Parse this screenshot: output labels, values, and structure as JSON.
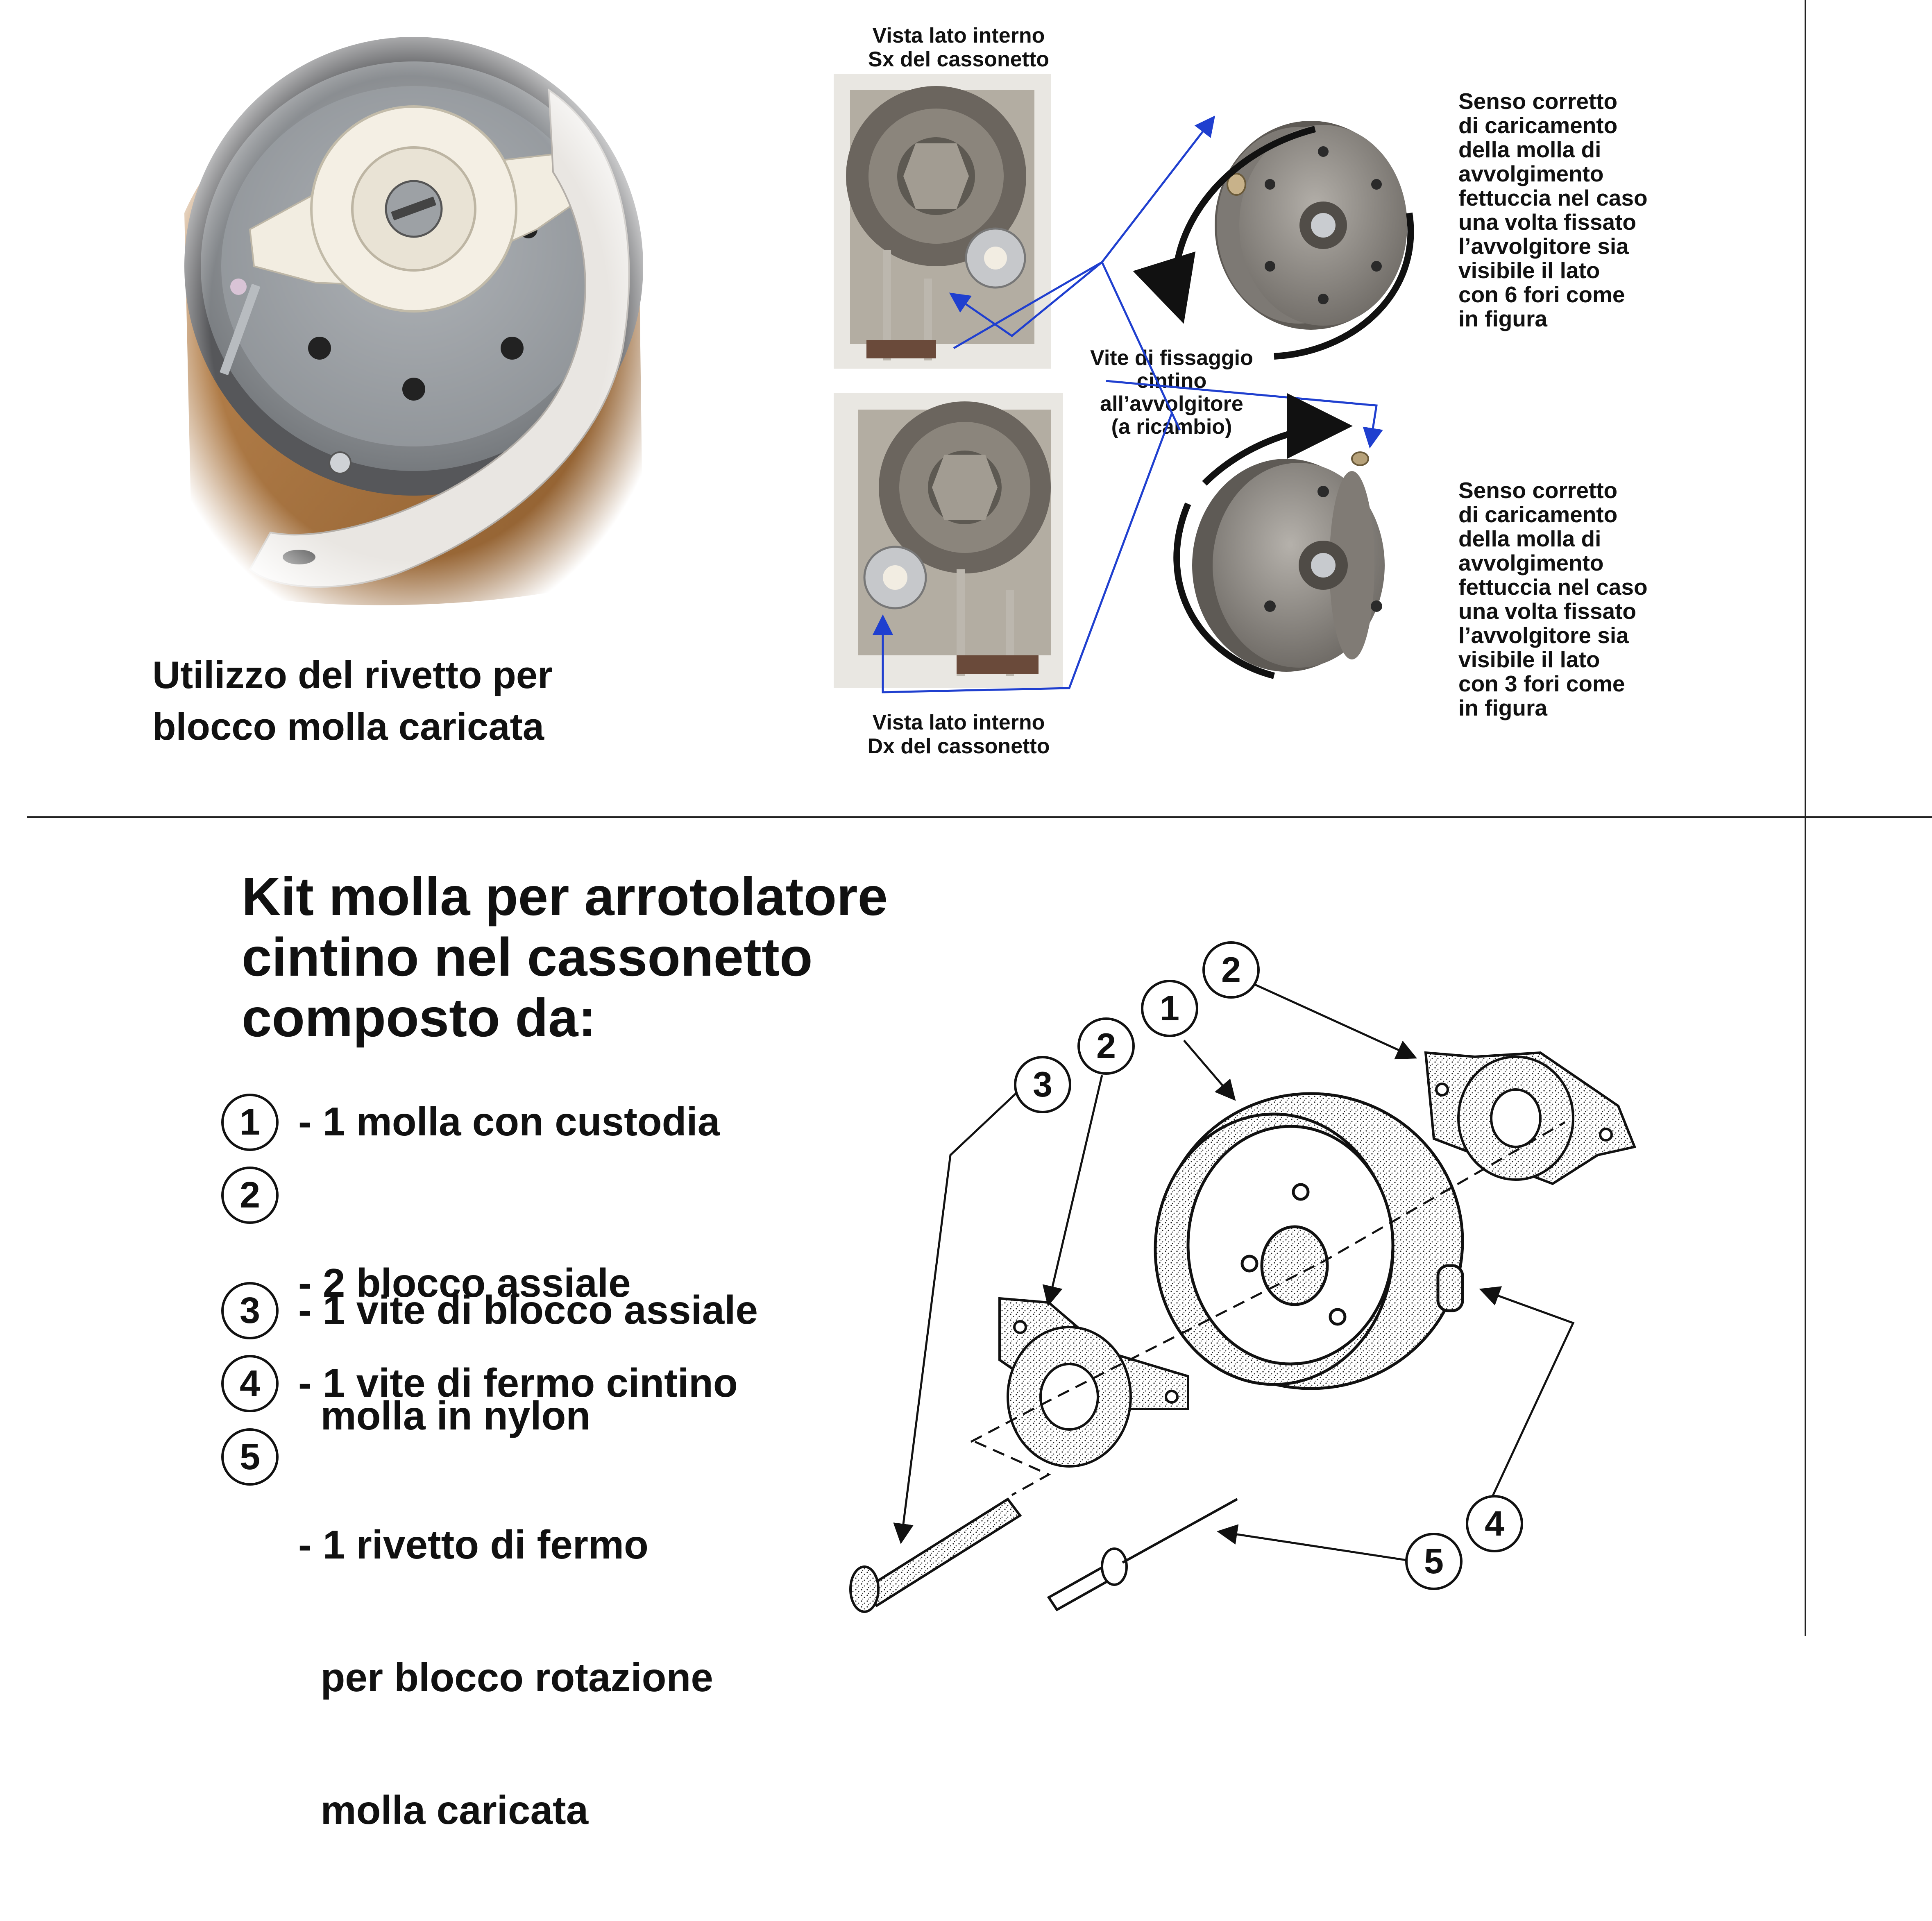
{
  "top_left": {
    "caption": [
      "Utilizzo del rivetto per",
      "blocco molla caricata"
    ]
  },
  "views": {
    "left_label": [
      "Vista lato interno",
      "Sx del cassonetto"
    ],
    "right_label": [
      "Vista lato interno",
      "Dx del cassonetto"
    ]
  },
  "screw_label": [
    "Vite di fissaggio",
    "cintino",
    "all’avvolgitore",
    "(a ricambio)"
  ],
  "notes": {
    "six_holes": [
      "Senso corretto",
      "di caricamento",
      "della molla di",
      "avvolgimento",
      "fettuccia nel caso",
      "una volta  fissato",
      "l’avvolgitore sia",
      "visibile il  lato",
      "con 6 fori come",
      "in figura"
    ],
    "three_holes": [
      "Senso corretto",
      "di caricamento",
      "della molla di",
      "avvolgimento",
      "fettuccia nel caso",
      "una volta  fissato",
      "l’avvolgitore sia",
      "visibile il  lato",
      "con 3 fori come",
      "in figura"
    ]
  },
  "kit": {
    "title": [
      "Kit molla per arrotolatore",
      "cintino nel cassonetto",
      "composto da:"
    ],
    "items": [
      {
        "num": "1",
        "lines": [
          "- 1 molla con custodia"
        ]
      },
      {
        "num": "2",
        "lines": [
          "- 2 blocco assiale",
          "  molla in nylon"
        ]
      },
      {
        "num": "3",
        "lines": [
          "- 1 vite di blocco assiale"
        ]
      },
      {
        "num": "4",
        "lines": [
          "- 1 vite di fermo cintino"
        ]
      },
      {
        "num": "5",
        "lines": [
          "- 1 rivetto di fermo",
          "  per blocco rotazione",
          "  molla caricata"
        ]
      }
    ]
  },
  "callouts": [
    "3",
    "2",
    "1",
    "2",
    "4",
    "5"
  ],
  "colors": {
    "arrow_blue": "#1f3fcf",
    "ink": "#111111",
    "metal": "#8e8a84",
    "nylon": "#f1ece0",
    "wood": "#b07a45"
  }
}
